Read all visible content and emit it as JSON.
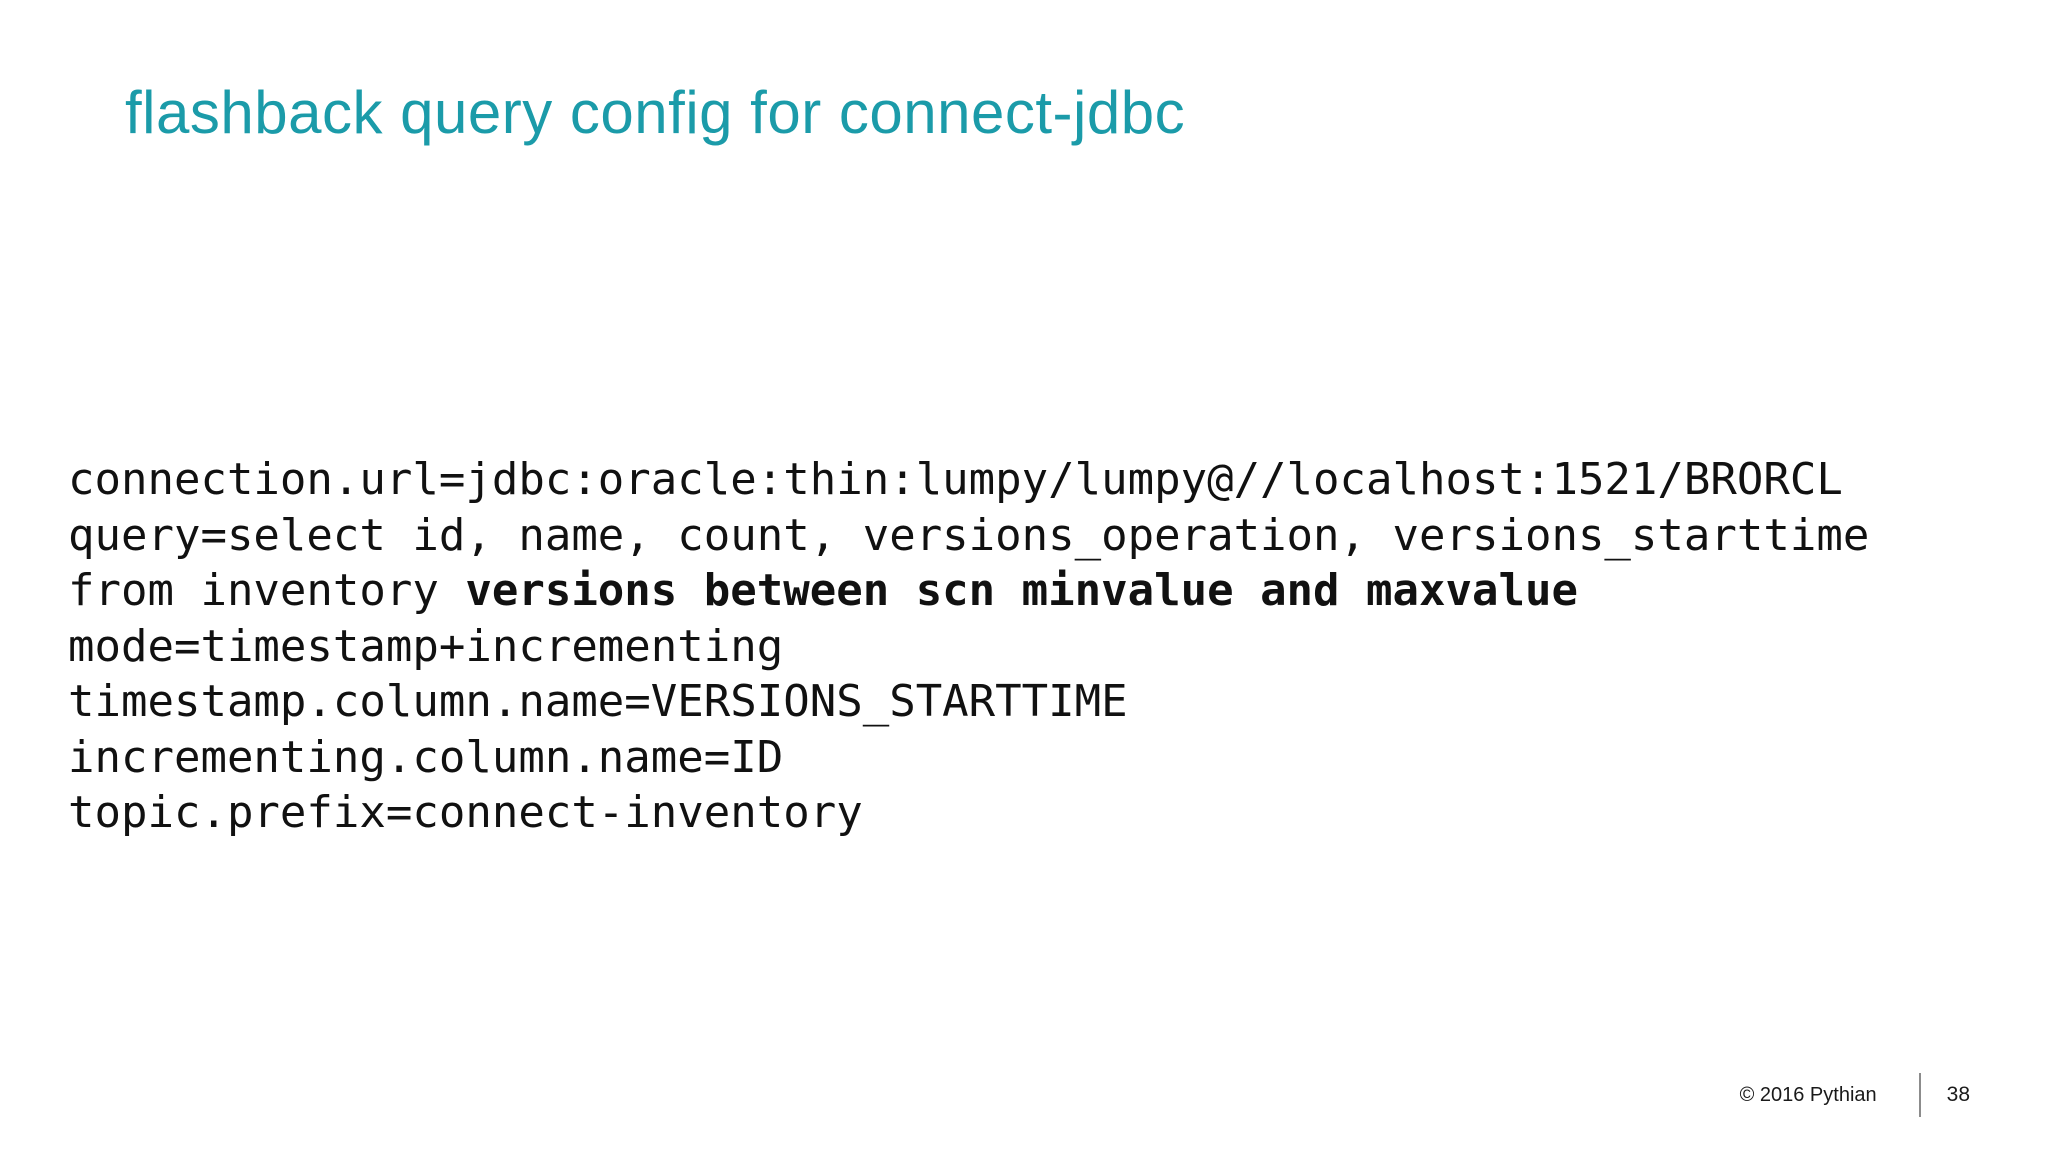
{
  "slide": {
    "title": "flashback query config for connect-jdbc",
    "title_color": "#1b9ba9",
    "code_text_color": "#111111",
    "code": {
      "lines": [
        [
          {
            "t": "connection.url=jdbc:oracle:thin:lumpy/lumpy@//localhost:1521/BRORCL",
            "b": false
          }
        ],
        [
          {
            "t": "query=select id, name, count, versions_operation, versions_starttime",
            "b": false
          }
        ],
        [
          {
            "t": "from inventory ",
            "b": false
          },
          {
            "t": "versions between scn minvalue and maxvalue",
            "b": true
          }
        ],
        [
          {
            "t": "mode=timestamp+incrementing",
            "b": false
          }
        ],
        [
          {
            "t": "timestamp.column.name=VERSIONS_STARTTIME",
            "b": false
          }
        ],
        [
          {
            "t": "incrementing.column.name=ID",
            "b": false
          }
        ],
        [
          {
            "t": "topic.prefix=connect-inventory",
            "b": false
          }
        ]
      ]
    },
    "footer": {
      "copyright": "© 2016 Pythian",
      "page_number": "38"
    }
  }
}
